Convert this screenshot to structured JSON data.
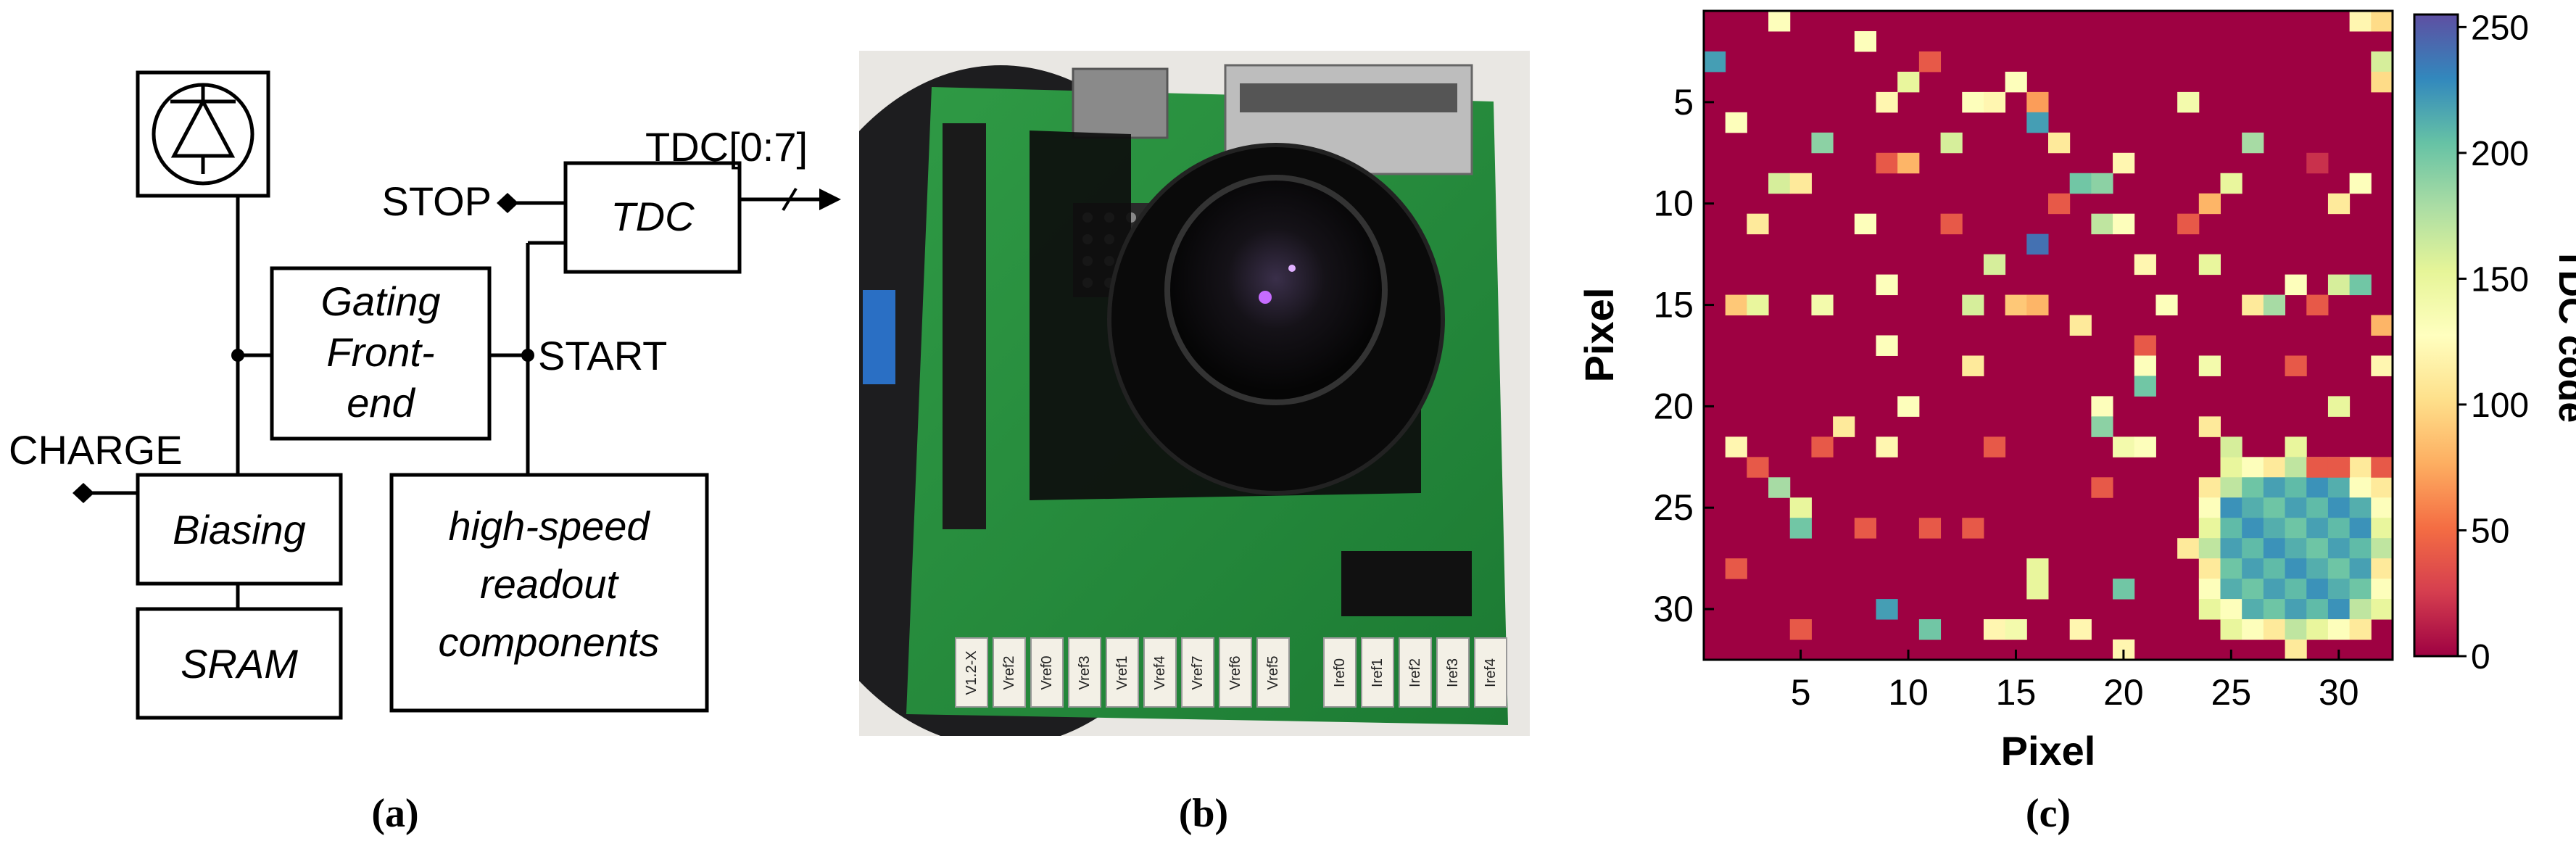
{
  "panel_a": {
    "caption": "(a)",
    "labels": {
      "stop": "STOP",
      "tdc_bus": "TDC[0:7]",
      "tdc": "TDC",
      "gating_l1": "Gating",
      "gating_l2": "Front-",
      "gating_l3": "end",
      "start": "START",
      "charge": "CHARGE",
      "biasing": "Biasing",
      "sram": "SRAM",
      "readout_l1": "high-speed",
      "readout_l2": "readout",
      "readout_l3": "components"
    }
  },
  "panel_b": {
    "caption": "(b)",
    "connector_labels": [
      "V1.2-X",
      "Vref2",
      "Vref0",
      "Vref3",
      "Vref1",
      "Vref4",
      "Vref7",
      "Vref6",
      "Vref5",
      "Iref0",
      "Iref1",
      "Iref2",
      "Iref3",
      "Iref4"
    ]
  },
  "panel_c": {
    "caption": "(c)",
    "colorbar_label": "TDC code",
    "colorbar_ticks": [
      "250",
      "200",
      "150",
      "100",
      "50",
      "0"
    ]
  },
  "chart_data": {
    "type": "heatmap",
    "xlabel": "Pixel",
    "ylabel": "Pixel",
    "x_ticks": [
      5,
      10,
      15,
      20,
      25,
      30
    ],
    "y_ticks": [
      5,
      10,
      15,
      20,
      25,
      30
    ],
    "xlim": [
      0.5,
      32.5
    ],
    "ylim": [
      0.5,
      32.5
    ],
    "grid_size": [
      32,
      32
    ],
    "clim": [
      0,
      255
    ],
    "colormap": "spectral",
    "background_value": 0,
    "y_axis": "reversed",
    "cells": [
      [
        4,
        1,
        130
      ],
      [
        8,
        2,
        130
      ],
      [
        31,
        1,
        120
      ],
      [
        32,
        1,
        100
      ],
      [
        1,
        3,
        220
      ],
      [
        11,
        3,
        40
      ],
      [
        32,
        3,
        160
      ],
      [
        10,
        4,
        150
      ],
      [
        15,
        4,
        130
      ],
      [
        32,
        4,
        100
      ],
      [
        9,
        5,
        120
      ],
      [
        13,
        5,
        130
      ],
      [
        14,
        5,
        120
      ],
      [
        16,
        5,
        70
      ],
      [
        23,
        5,
        140
      ],
      [
        2,
        6,
        130
      ],
      [
        16,
        6,
        220
      ],
      [
        6,
        7,
        190
      ],
      [
        12,
        7,
        160
      ],
      [
        17,
        7,
        110
      ],
      [
        26,
        7,
        180
      ],
      [
        9,
        8,
        40
      ],
      [
        10,
        8,
        80
      ],
      [
        20,
        8,
        120
      ],
      [
        29,
        8,
        20
      ],
      [
        4,
        9,
        160
      ],
      [
        25,
        9,
        150
      ],
      [
        31,
        9,
        130
      ],
      [
        5,
        9,
        110
      ],
      [
        18,
        9,
        200
      ],
      [
        19,
        9,
        190
      ],
      [
        17,
        10,
        40
      ],
      [
        24,
        10,
        80
      ],
      [
        30,
        10,
        110
      ],
      [
        19,
        11,
        170
      ],
      [
        3,
        11,
        110
      ],
      [
        8,
        11,
        130
      ],
      [
        12,
        11,
        40
      ],
      [
        20,
        11,
        130
      ],
      [
        23,
        11,
        40
      ],
      [
        16,
        12,
        240
      ],
      [
        14,
        13,
        160
      ],
      [
        21,
        13,
        120
      ],
      [
        24,
        13,
        150
      ],
      [
        9,
        14,
        130
      ],
      [
        28,
        14,
        130
      ],
      [
        30,
        14,
        160
      ],
      [
        31,
        14,
        200
      ],
      [
        2,
        15,
        90
      ],
      [
        3,
        15,
        150
      ],
      [
        6,
        15,
        140
      ],
      [
        13,
        15,
        160
      ],
      [
        15,
        15,
        90
      ],
      [
        16,
        15,
        80
      ],
      [
        22,
        15,
        130
      ],
      [
        26,
        15,
        110
      ],
      [
        27,
        15,
        180
      ],
      [
        29,
        15,
        40
      ],
      [
        18,
        16,
        110
      ],
      [
        32,
        16,
        80
      ],
      [
        21,
        17,
        40
      ],
      [
        9,
        17,
        130
      ],
      [
        13,
        18,
        110
      ],
      [
        24,
        18,
        140
      ],
      [
        28,
        18,
        40
      ],
      [
        21,
        18,
        130
      ],
      [
        32,
        18,
        120
      ],
      [
        21,
        19,
        200
      ],
      [
        10,
        20,
        130
      ],
      [
        19,
        20,
        130
      ],
      [
        30,
        20,
        150
      ],
      [
        7,
        21,
        110
      ],
      [
        2,
        22,
        120
      ],
      [
        6,
        22,
        40
      ],
      [
        20,
        22,
        140
      ],
      [
        21,
        22,
        130
      ],
      [
        25,
        22,
        160
      ],
      [
        24,
        21,
        110
      ],
      [
        9,
        22,
        120
      ],
      [
        14,
        22,
        40
      ],
      [
        19,
        21,
        190
      ],
      [
        3,
        23,
        40
      ],
      [
        29,
        23,
        40
      ],
      [
        30,
        23,
        40
      ],
      [
        32,
        23,
        40
      ],
      [
        19,
        24,
        40
      ],
      [
        4,
        24,
        180
      ],
      [
        5,
        25,
        150
      ],
      [
        5,
        26,
        200
      ],
      [
        8,
        26,
        40
      ],
      [
        11,
        26,
        40
      ],
      [
        13,
        26,
        40
      ],
      [
        2,
        28,
        40
      ],
      [
        16,
        28,
        150
      ],
      [
        16,
        29,
        150
      ],
      [
        20,
        29,
        200
      ],
      [
        9,
        30,
        220
      ],
      [
        5,
        31,
        40
      ],
      [
        11,
        31,
        200
      ],
      [
        14,
        31,
        120
      ],
      [
        15,
        31,
        140
      ],
      [
        18,
        31,
        120
      ],
      [
        20,
        32,
        120
      ]
    ],
    "blob": {
      "center": [
        28,
        27
      ],
      "radius": 3.8,
      "value": 225
    }
  }
}
